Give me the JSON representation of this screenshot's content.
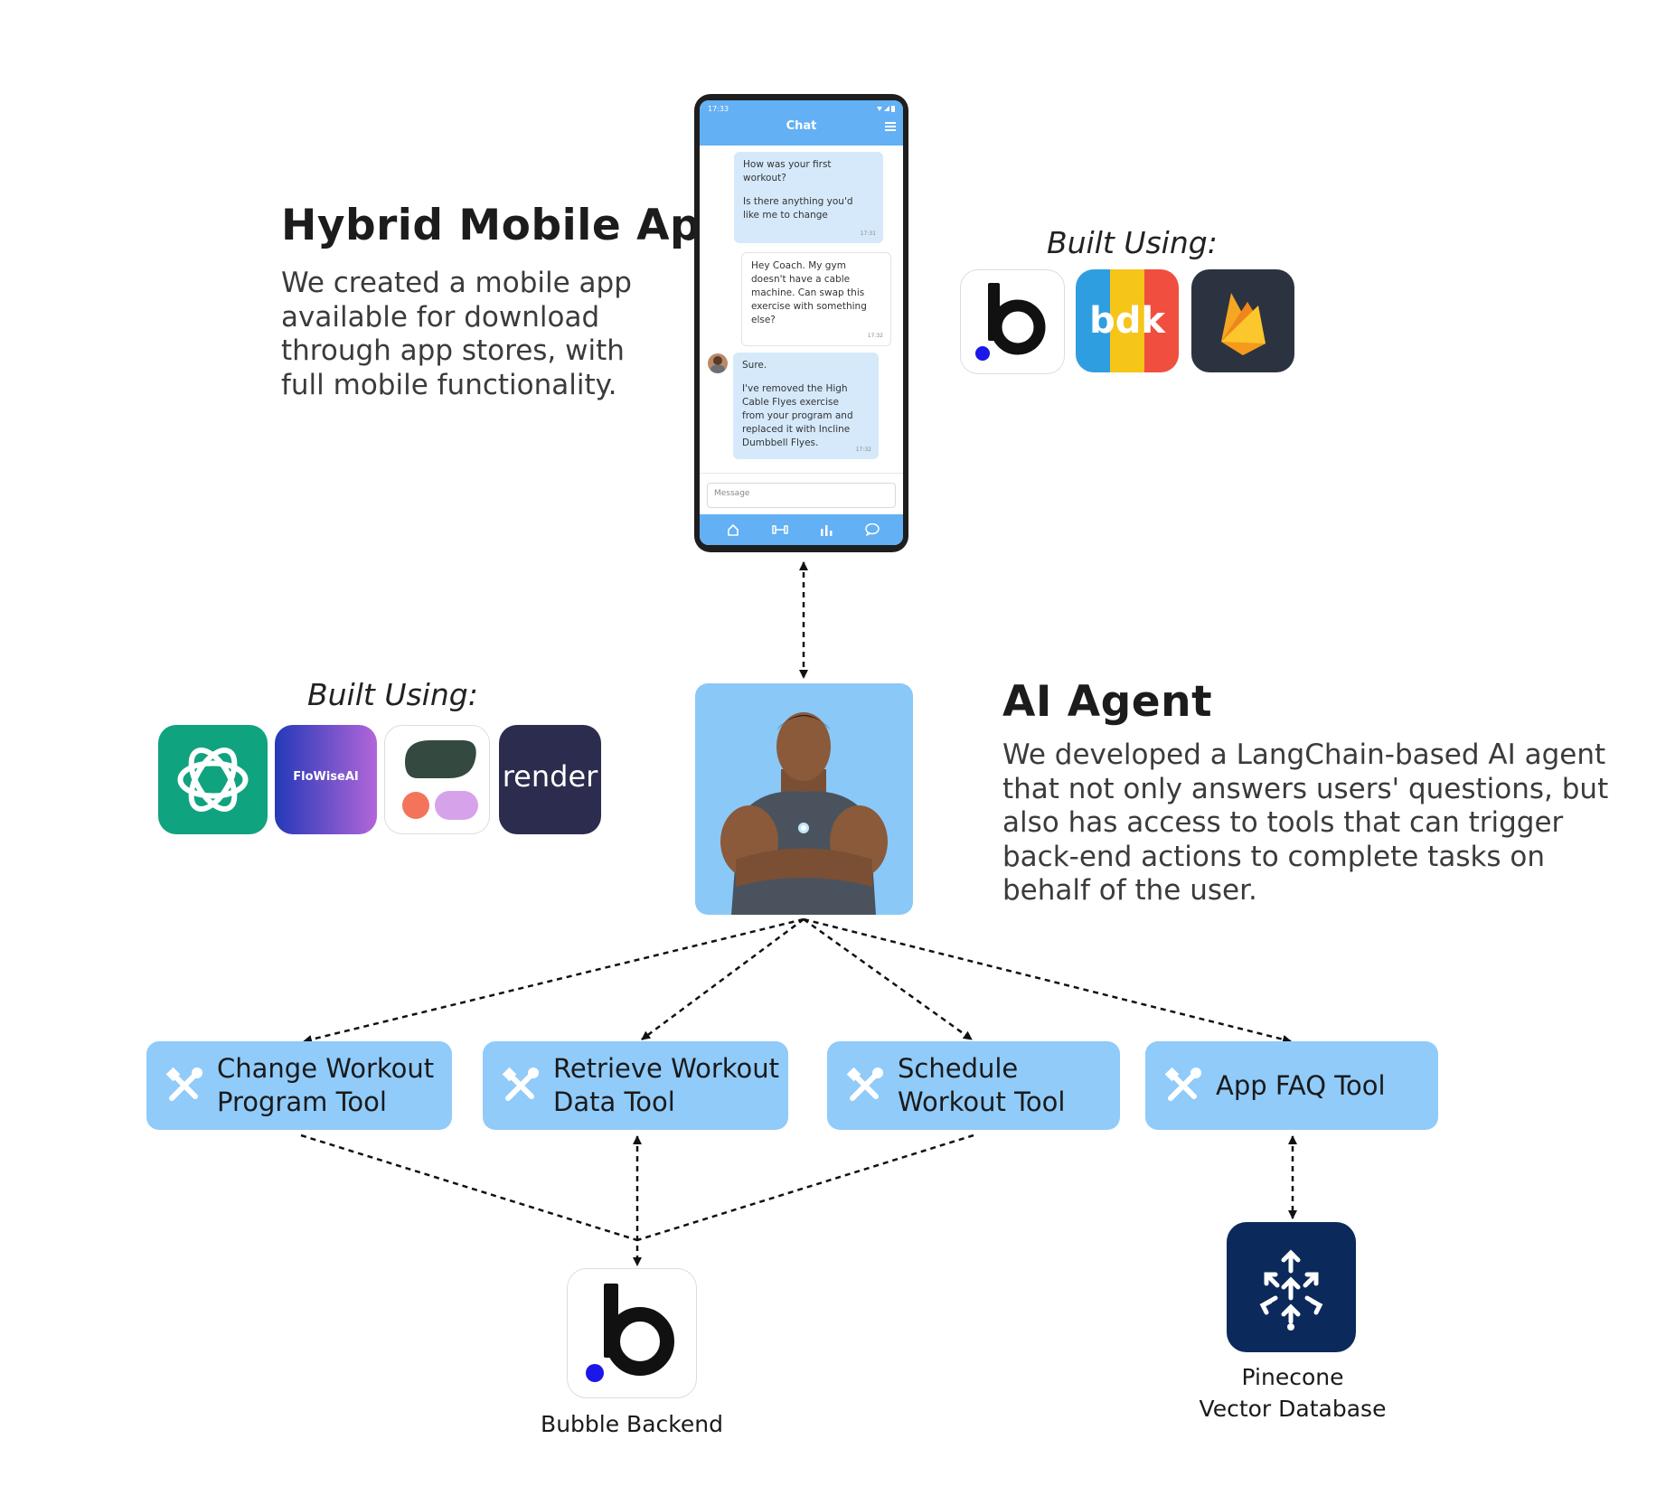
{
  "mobile_app": {
    "title": "Hybrid Mobile App",
    "description_lines": [
      "We created a mobile app",
      "available for download",
      "through app stores, with",
      "full mobile functionality."
    ]
  },
  "mobile_built": {
    "label": "Built Using:",
    "icons": [
      "bubble-logo-icon",
      "bdk-logo-icon",
      "firebase-logo-icon"
    ]
  },
  "phone": {
    "time": "17:33",
    "title": "Chat",
    "messages": [
      {
        "from": "coach",
        "lines": [
          "How was your first",
          "workout?",
          "",
          "Is there anything you'd",
          "like me to change"
        ],
        "time": "17:31"
      },
      {
        "from": "user",
        "lines": [
          "Hey Coach. My gym",
          "doesn't have a cable",
          "machine. Can swap this",
          "exercise with something",
          "else?"
        ],
        "time": "17:32"
      },
      {
        "from": "coach",
        "lines": [
          "Sure.",
          "",
          "I've removed the High",
          "Cable Flyes exercise",
          "from your program and",
          "replaced it with Incline",
          "Dumbbell Flyes."
        ],
        "time": "17:32"
      }
    ],
    "input_placeholder": "Message",
    "nav_icons": [
      "home-icon",
      "dumbbell-icon",
      "stats-icon",
      "chat-icon"
    ]
  },
  "agent": {
    "title": "AI Agent",
    "description_lines": [
      "We developed a LangChain-based AI agent",
      "that not only answers users' questions, but",
      "also has access to tools that can trigger",
      "back-end actions to complete tasks on",
      "behalf of the user."
    ]
  },
  "agent_built": {
    "label": "Built Using:",
    "icons": [
      "openai-logo-icon",
      "flowise-logo-icon",
      "logo-icon",
      "render-logo-icon"
    ],
    "flowise_text": "FloWiseAI",
    "render_text": "render"
  },
  "tools": [
    {
      "lines": [
        "Change Workout",
        "Program Tool"
      ]
    },
    {
      "lines": [
        "Retrieve Workout",
        "Data Tool"
      ]
    },
    {
      "lines": [
        "Schedule",
        "Workout Tool"
      ]
    },
    {
      "lines": [
        "App FAQ Tool"
      ]
    }
  ],
  "backends": {
    "bubble": {
      "caption": "Bubble Backend"
    },
    "pinecone": {
      "caption_lines": [
        "Pinecone",
        "Vector Database"
      ]
    }
  },
  "colors": {
    "tool_box": "#90cbfa",
    "agent_box": "#8ac8f8",
    "phone_header": "#63b0f4",
    "pinecone": "#0b2a5b"
  }
}
